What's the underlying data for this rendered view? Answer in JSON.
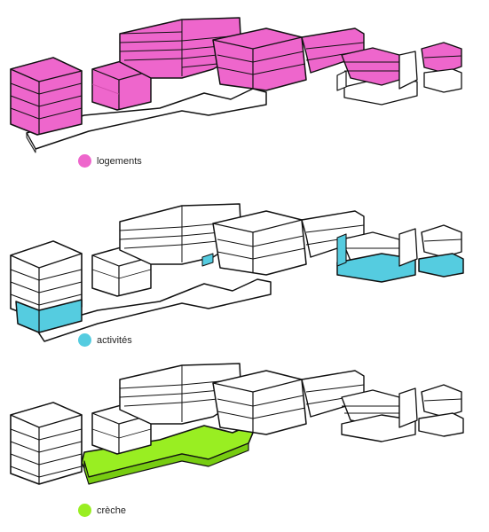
{
  "colors": {
    "logements": "#ee66cc",
    "activites": "#55cce0",
    "creche": "#99ee22",
    "outline": "#111111",
    "white": "#ffffff",
    "shade": "#e2e2e2"
  },
  "panels": [
    {
      "key": "logements",
      "label": "logements",
      "color": "#ee66cc"
    },
    {
      "key": "activites",
      "label": "activités",
      "color": "#55cce0"
    },
    {
      "key": "creche",
      "label": "crèche",
      "color": "#99ee22"
    }
  ]
}
